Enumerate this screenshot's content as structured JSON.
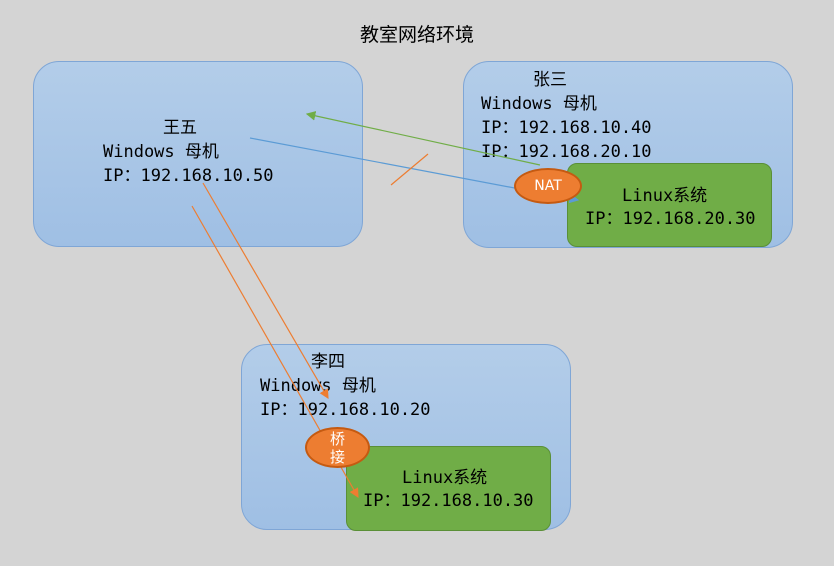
{
  "title": "教室网络环境",
  "wangwu": {
    "name": "王五",
    "os": "Windows 母机",
    "ip": "IP：192.168.10.50"
  },
  "zhangsan": {
    "name": "张三",
    "os": "Windows 母机",
    "ip1": "IP：192.168.10.40",
    "ip2": "IP：192.168.20.10",
    "vm": {
      "name": "Linux系统",
      "ip": "IP：192.168.20.30"
    },
    "mode": "NAT"
  },
  "lisi": {
    "name": "李四",
    "os": "Windows 母机",
    "ip": "IP：192.168.10.20",
    "vm": {
      "name": "Linux系统",
      "ip": "IP：192.168.10.30"
    },
    "mode": "桥\n接"
  },
  "colors": {
    "blue_arrow": "#5b9bd5",
    "green_arrow": "#70ad47",
    "orange_arrow": "#ed7d31"
  }
}
